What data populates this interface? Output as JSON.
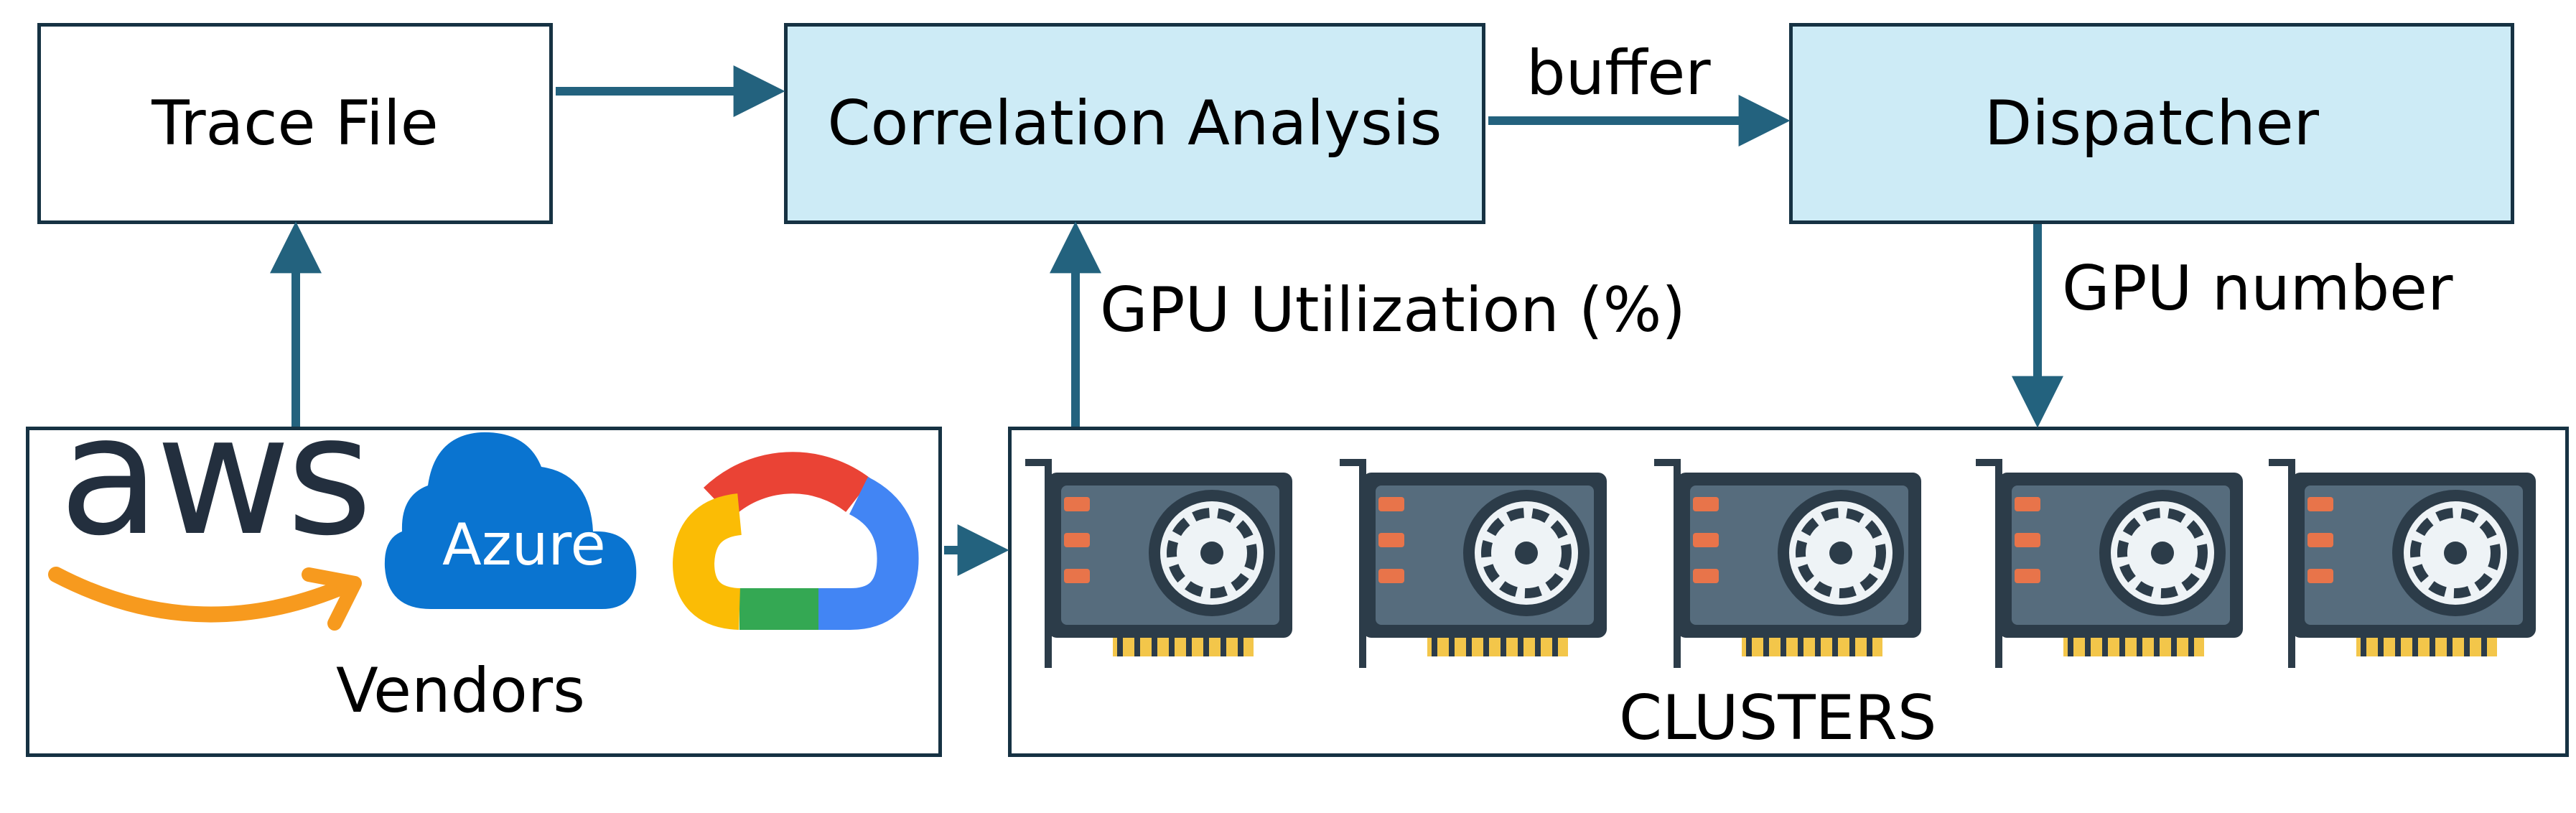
{
  "nodes": {
    "trace_file": "Trace File",
    "correlation": "Correlation Analysis",
    "dispatcher": "Dispatcher"
  },
  "edges": {
    "buffer": "buffer",
    "gpu_util": "GPU Utilization (%)",
    "gpu_number": "GPU number"
  },
  "vendors": {
    "label": "Vendors",
    "aws": "aws",
    "azure": "Azure"
  },
  "clusters": {
    "label": "CLUSTERS",
    "gpu_count": 5
  },
  "colors": {
    "box_border": "#163243",
    "box_blue": "#cdebf6",
    "arrow": "#23627e",
    "gpu_body": "#566c7d",
    "gpu_dark": "#2c3c49",
    "gpu_led": "#e8744a",
    "gpu_pins": "#f3c64a"
  }
}
